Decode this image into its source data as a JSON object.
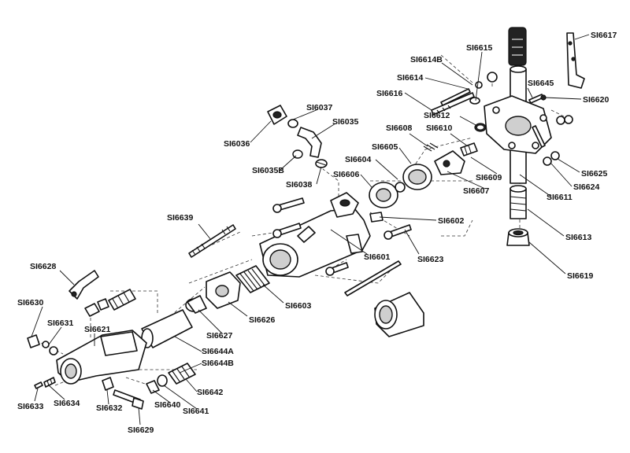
{
  "diagram": {
    "labels": {
      "SI6617": "SI6617",
      "SI6615": "SI6615",
      "SI6614B": "SI6614B",
      "SI6614": "SI6614",
      "SI6616": "SI6616",
      "SI6645": "SI6645",
      "SI6620": "SI6620",
      "SI6612": "SI6612",
      "SI6608": "SI6608",
      "SI6610": "SI6610",
      "SI6605": "SI6605",
      "SI6604": "SI6604",
      "SI6609": "SI6609",
      "SI6606": "SI6606",
      "SI6607": "SI6607",
      "SI6625": "SI6625",
      "SI6624": "SI6624",
      "SI6611": "SI6611",
      "SI6613": "SI6613",
      "SI6619": "SI6619",
      "SI6037": "SI6037",
      "SI6035": "SI6035",
      "SI6036": "SI6036",
      "SI6035B": "SI6035B",
      "SI6038": "SI6038",
      "SI6602": "SI6602",
      "SI6623": "SI6623",
      "SI6601": "SI6601",
      "SI6639": "SI6639",
      "SI6603": "SI6603",
      "SI6626": "SI6626",
      "SI6627": "SI6627",
      "SI6628": "SI6628",
      "SI6630": "SI6630",
      "SI6631": "SI6631",
      "SI6621": "SI6621",
      "SI6644A": "SI6644A",
      "SI6644B": "SI6644B",
      "SI6642": "SI6642",
      "SI6633": "SI6633",
      "SI6634": "SI6634",
      "SI6632": "SI6632",
      "SI6640": "SI6640",
      "SI6641": "SI6641",
      "SI6629": "SI6629"
    }
  }
}
